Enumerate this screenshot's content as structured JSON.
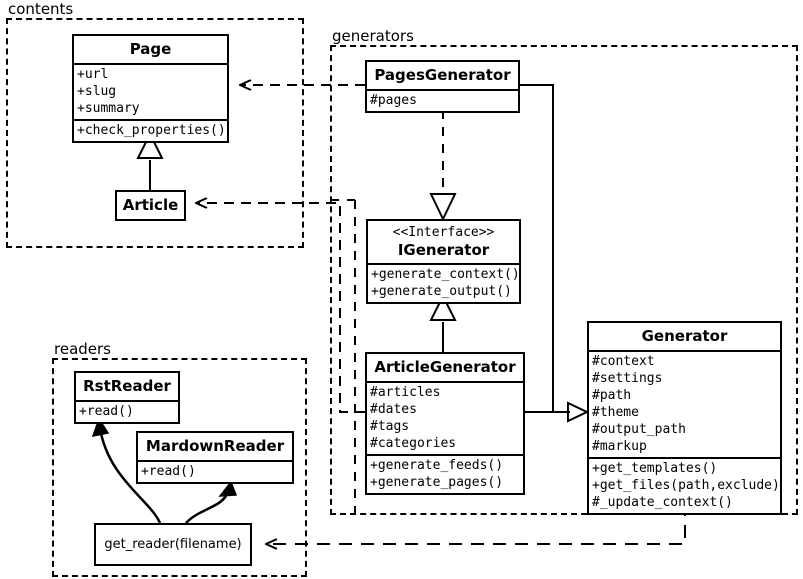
{
  "diagram": {
    "title": "UML class diagram",
    "stroke_color": "#000000",
    "background_color": "#ffffff"
  },
  "packages": [
    {
      "id": "contents",
      "label": "contents"
    },
    {
      "id": "generators",
      "label": "generators"
    },
    {
      "id": "readers",
      "label": "readers"
    }
  ],
  "classes": {
    "page": {
      "name": "Page",
      "attributes": [
        "+url",
        "+slug",
        "+summary"
      ],
      "methods": [
        "+check_properties()"
      ]
    },
    "article": {
      "name": "Article",
      "attributes": [],
      "methods": []
    },
    "pages_generator": {
      "name": "PagesGenerator",
      "attributes": [
        "#pages"
      ],
      "methods": []
    },
    "igenerator": {
      "stereotype": "<<Interface>>",
      "name": "IGenerator",
      "attributes": [],
      "methods": [
        "+generate_context()",
        "+generate_output()"
      ]
    },
    "article_generator": {
      "name": "ArticleGenerator",
      "attributes": [
        "#articles",
        "#dates",
        "#tags",
        "#categories"
      ],
      "methods": [
        "+generate_feeds()",
        "+generate_pages()"
      ]
    },
    "generator": {
      "name": "Generator",
      "attributes": [
        "#context",
        "#settings",
        "#path",
        "#theme",
        "#output_path",
        "#markup"
      ],
      "methods": [
        "+get_templates()",
        "+get_files(path,exclude)",
        "#_update_context()"
      ]
    },
    "rst_reader": {
      "name": "RstReader",
      "attributes": [],
      "methods": [
        "+read()"
      ]
    },
    "mardown_reader": {
      "name": "MardownReader",
      "attributes": [],
      "methods": [
        "+read()"
      ]
    },
    "get_reader": {
      "name": "get_reader(filename)"
    }
  },
  "relationships": [
    {
      "id": "article-inherits-page",
      "type": "generalization",
      "from": "Article",
      "to": "Page"
    },
    {
      "id": "pagesgenerator-realizes-igenerator",
      "type": "realization",
      "from": "PagesGenerator",
      "to": "IGenerator"
    },
    {
      "id": "articlegenerator-realizes-igenerator",
      "type": "generalization",
      "from": "ArticleGenerator",
      "to": "IGenerator"
    },
    {
      "id": "pagesgenerator-aggregates-generator",
      "type": "aggregation",
      "from": "PagesGenerator",
      "to": "Generator"
    },
    {
      "id": "articlegenerator-aggregates-generator",
      "type": "aggregation",
      "from": "ArticleGenerator",
      "to": "Generator"
    },
    {
      "id": "pagesgenerator-depends-page",
      "type": "dependency",
      "from": "PagesGenerator",
      "to": "Page"
    },
    {
      "id": "articlegenerator-depends-article",
      "type": "dependency",
      "from": "ArticleGenerator",
      "to": "Article"
    },
    {
      "id": "generator-depends-get_reader",
      "type": "dependency",
      "from": "Generator",
      "to": "get_reader(filename)"
    },
    {
      "id": "get_reader-creates-rstreader",
      "type": "create",
      "from": "get_reader(filename)",
      "to": "RstReader"
    },
    {
      "id": "get_reader-creates-mardownreader",
      "type": "create",
      "from": "get_reader(filename)",
      "to": "MardownReader"
    }
  ]
}
